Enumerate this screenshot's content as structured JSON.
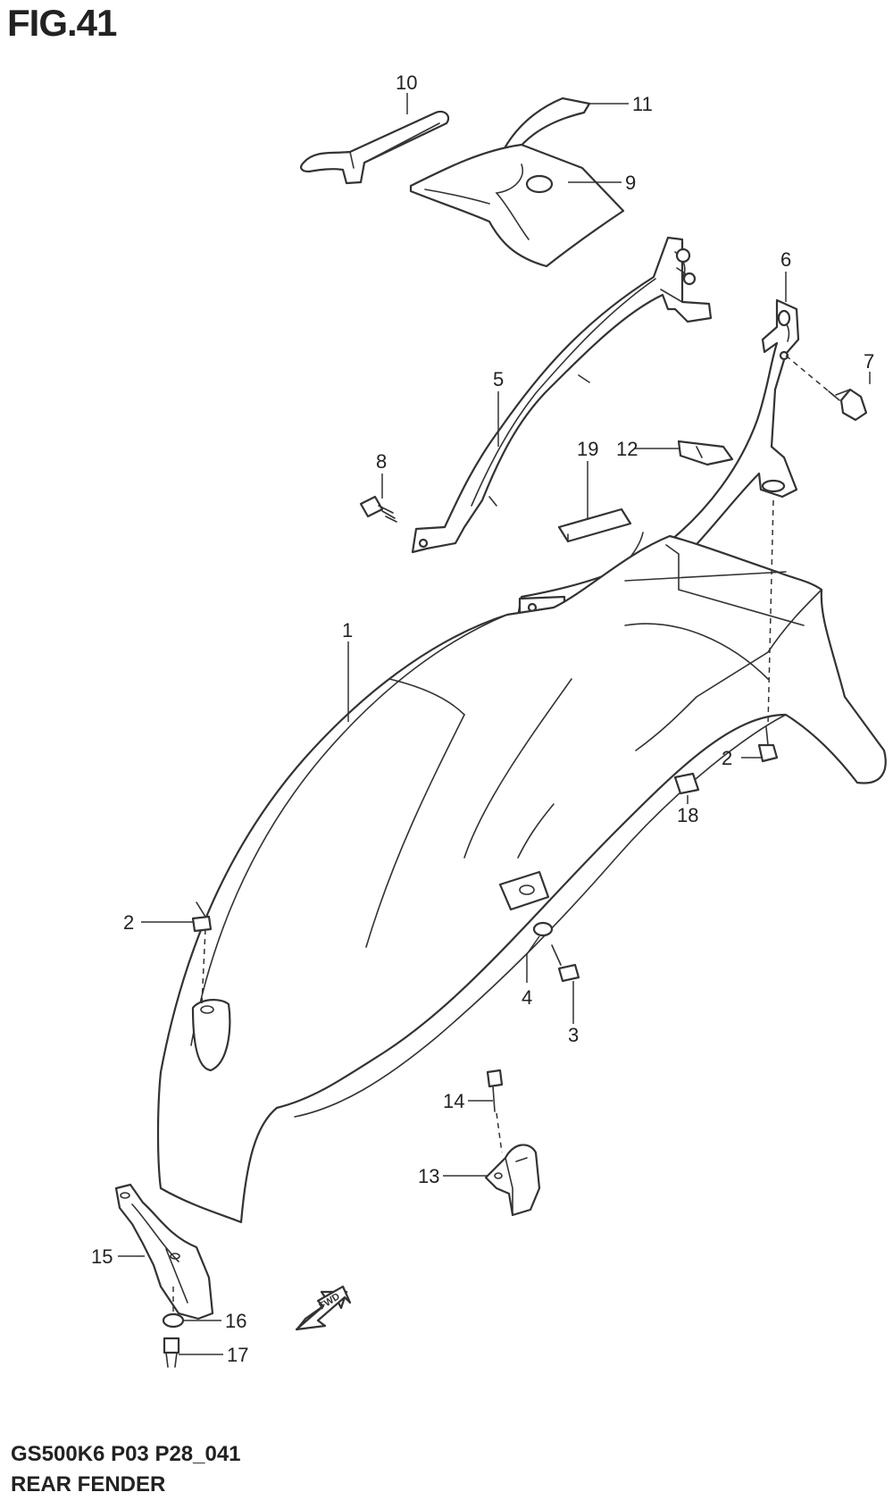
{
  "figure": {
    "title": "FIG.41",
    "model_code": "GS500K6 P03 P28_041",
    "name": "REAR FENDER",
    "fwd_label": "FWD"
  },
  "callouts": [
    "1",
    "2",
    "2",
    "3",
    "4",
    "5",
    "6",
    "7",
    "8",
    "9",
    "10",
    "11",
    "12",
    "13",
    "14",
    "15",
    "16",
    "17",
    "18",
    "19"
  ]
}
